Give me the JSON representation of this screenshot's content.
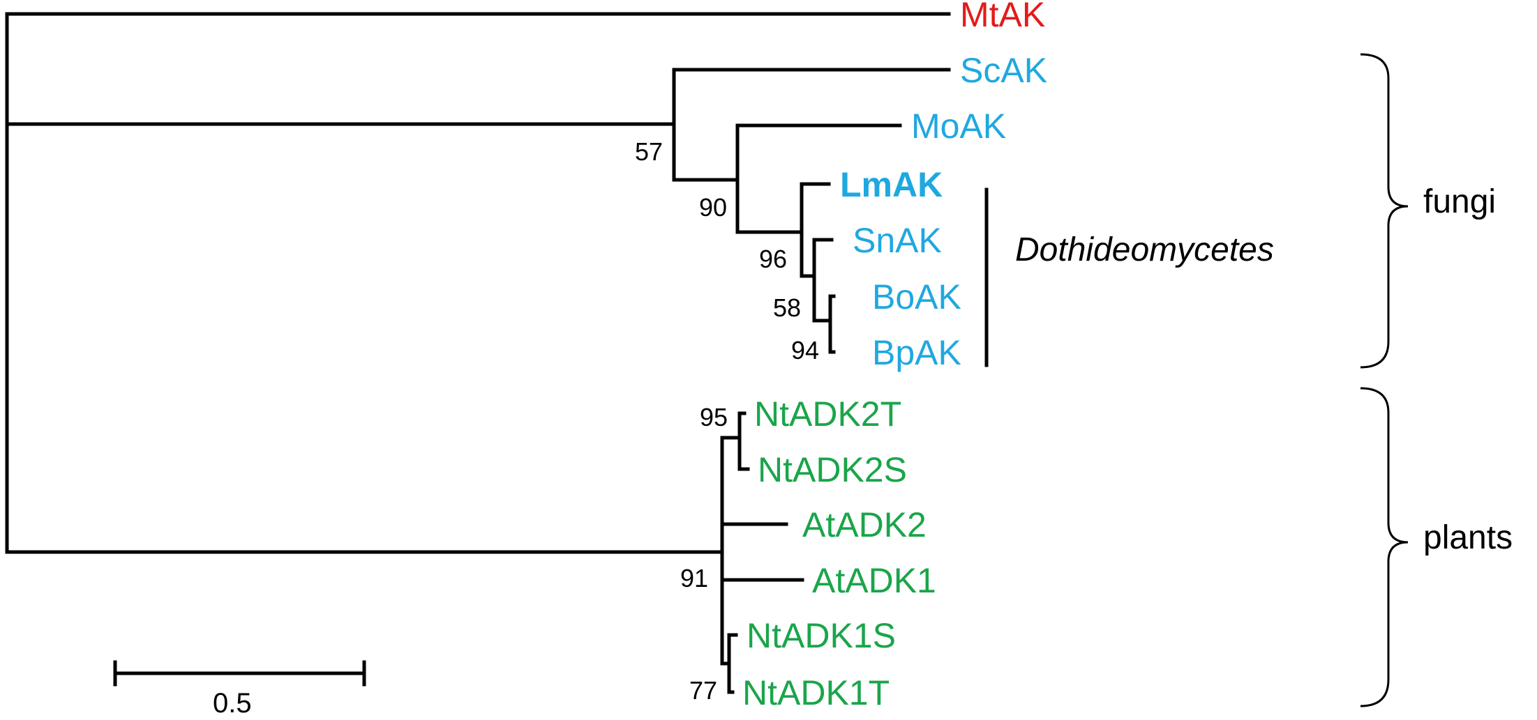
{
  "colors": {
    "outgroup": "#e31b1b",
    "fungi": "#1fa8e0",
    "plants": "#1aa54a",
    "tree": "#000000"
  },
  "taxa": {
    "mtak": "MtAK",
    "scak": "ScAK",
    "moak": "MoAK",
    "lmak": "LmAK",
    "snak": "SnAK",
    "boak": "BoAK",
    "bpak": "BpAK",
    "ntadk2t": "NtADK2T",
    "ntadk2s": "NtADK2S",
    "atadk2": "AtADK2",
    "atadk1": "AtADK1",
    "ntadk1s": "NtADK1S",
    "ntadk1t": "NtADK1T"
  },
  "support": {
    "fungi_root": "57",
    "moak_node": "90",
    "lmak_node": "96",
    "snak_node": "58",
    "bo_bp_node": "94",
    "ntadk2_node": "95",
    "plants_root": "91",
    "ntadk1_node": "77"
  },
  "groups": {
    "dothideomycetes": "Dothideomycetes",
    "fungi": "fungi",
    "plants": "plants"
  },
  "scale": {
    "label": "0.5"
  }
}
